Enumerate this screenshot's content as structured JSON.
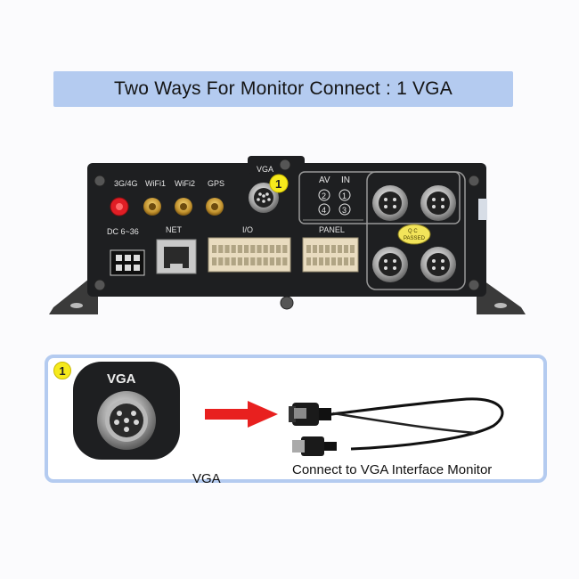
{
  "banner": {
    "title": "Two Ways For Monitor Connect : 1 VGA"
  },
  "device": {
    "antenna_labels": [
      "3G/4G",
      "WiFi1",
      "WiFi2",
      "GPS"
    ],
    "vga_label": "VGA",
    "power_label": "DC 6~36",
    "net_label": "NET",
    "io_label": "I/O",
    "panel_label": "PANEL",
    "av_label": "AV",
    "in_label": "IN",
    "channel_numbers": [
      "2",
      "1",
      "4",
      "3"
    ],
    "qc_text_top": "Q C",
    "qc_text_bottom": "PASSED",
    "marker": "1"
  },
  "detail": {
    "marker": "1",
    "connector_label": "VGA",
    "vga_caption": "VGA",
    "monitor_caption": "Connect to VGA Interface Monitor"
  },
  "colors": {
    "banner": "#b4cbf0",
    "arrow": "#e8201f",
    "marker": "#f6ea1c"
  }
}
